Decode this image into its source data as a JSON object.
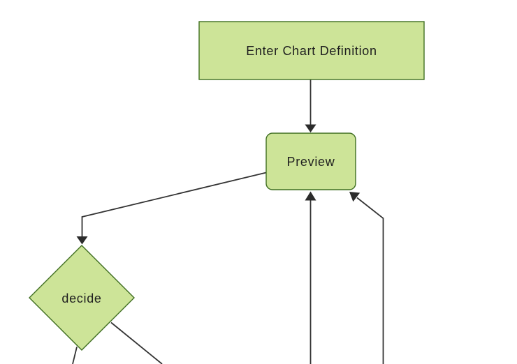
{
  "diagram": {
    "type": "flowchart",
    "orientation": "top-down",
    "colors": {
      "background": "#ffffff",
      "node_fill": "#cde498",
      "node_border": "#3f6e21",
      "edge_stroke": "#333333",
      "arrowhead_fill": "#2b2b2b",
      "label_text": "#1f1f1f"
    },
    "nodes": [
      {
        "id": "A",
        "label": "Enter Chart Definition",
        "shape": "rectangle"
      },
      {
        "id": "B",
        "label": "Preview",
        "shape": "rounded-rectangle"
      },
      {
        "id": "C",
        "label": "decide",
        "shape": "diamond"
      }
    ],
    "edges": [
      {
        "from": "Enter Chart Definition",
        "to": "Preview",
        "arrowhead": true
      },
      {
        "from": "Preview",
        "to": "decide",
        "arrowhead": true
      },
      {
        "from": "offscreen-bottom",
        "to": "Preview",
        "arrowhead": true
      },
      {
        "from": "offscreen-bottom-right",
        "to": "Preview",
        "arrowhead": true
      },
      {
        "from": "decide",
        "to": "offscreen-bottom",
        "arrowhead": false
      },
      {
        "from": "decide",
        "to": "offscreen-bottom-right",
        "arrowhead": false
      }
    ]
  }
}
